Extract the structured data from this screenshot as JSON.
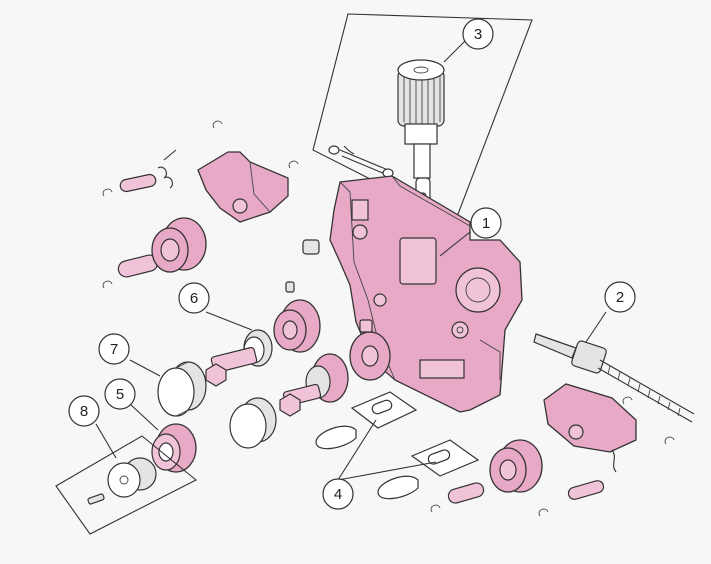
{
  "diagram": {
    "callouts": [
      {
        "id": "callout-1",
        "label": "1"
      },
      {
        "id": "callout-2",
        "label": "2"
      },
      {
        "id": "callout-3",
        "label": "3"
      },
      {
        "id": "callout-4",
        "label": "4"
      },
      {
        "id": "callout-5",
        "label": "5"
      },
      {
        "id": "callout-6",
        "label": "6"
      },
      {
        "id": "callout-7",
        "label": "7"
      },
      {
        "id": "callout-8",
        "label": "8"
      }
    ],
    "colors": {
      "highlight": "#e8a9c6",
      "outline": "#333333",
      "background": "#f7f7f7"
    }
  }
}
